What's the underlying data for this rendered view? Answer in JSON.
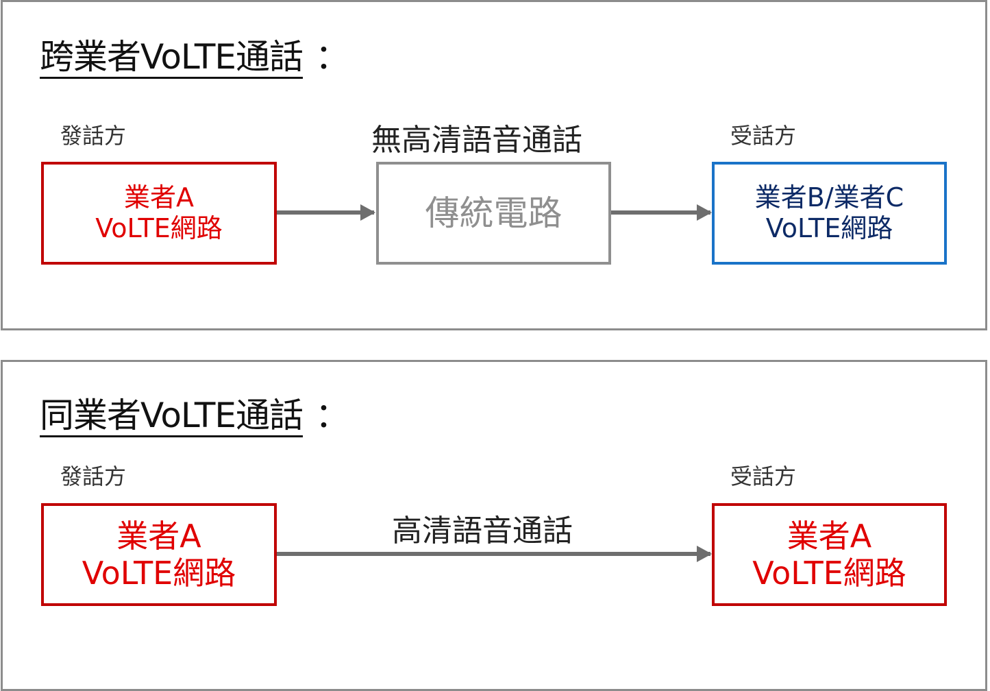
{
  "colors": {
    "panel_border": "#8c8c8c",
    "operator_a": "#e00000",
    "operator_a_border": "#c00000",
    "operator_bc_text": "#0d2a66",
    "operator_bc_border": "#1a73c8",
    "legacy_circuit": "#8f8f8f",
    "arrow": "#6e6e6e"
  },
  "cross_operator": {
    "title": "跨業者VoLTE通話",
    "colon": "：",
    "caller_label": "發話方",
    "callee_label": "受話方",
    "middle_label": "無高清語音通話",
    "caller_box": {
      "line1": "業者A",
      "line2": "VoLTE網路"
    },
    "legacy_box": {
      "label": "傳統電路"
    },
    "callee_box": {
      "line1": "業者B/業者C",
      "line2": "VoLTE網路"
    }
  },
  "same_operator": {
    "title": "同業者VoLTE通話",
    "colon": "：",
    "caller_label": "發話方",
    "callee_label": "受話方",
    "middle_label": "高清語音通話",
    "caller_box": {
      "line1": "業者A",
      "line2": "VoLTE網路"
    },
    "callee_box": {
      "line1": "業者A",
      "line2": "VoLTE網路"
    }
  }
}
